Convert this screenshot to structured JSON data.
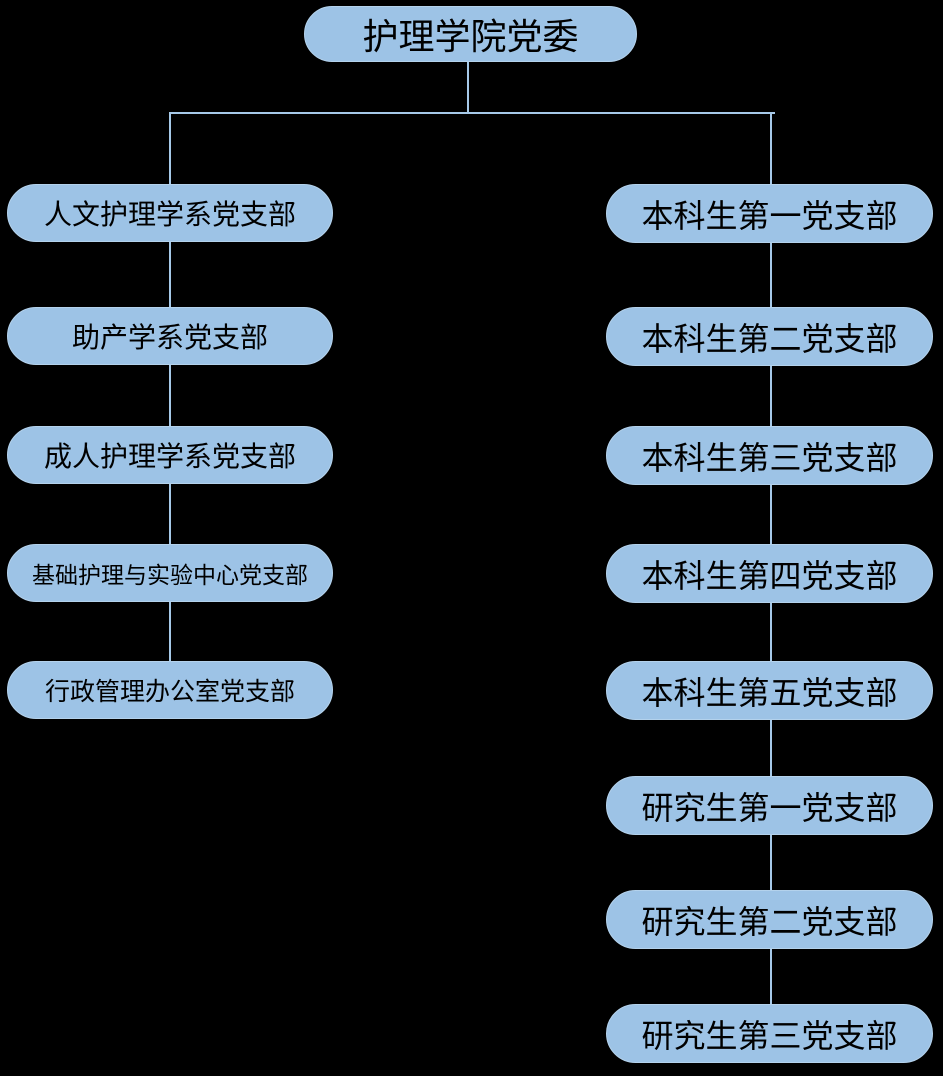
{
  "diagram": {
    "root": "护理学院党委",
    "left_column": [
      "人文护理学系党支部",
      "助产学系党支部",
      "成人护理学系党支部",
      "基础护理与实验中心党支部",
      "行政管理办公室党支部"
    ],
    "right_column": [
      "本科生第一党支部",
      "本科生第二党支部",
      "本科生第三党支部",
      "本科生第四党支部",
      "本科生第五党支部",
      "研究生第一党支部",
      "研究生第二党支部",
      "研究生第三党支部"
    ],
    "colors": {
      "node_fill": "#9DC3E6",
      "node_border": "#B4D2EC",
      "connector": "#A6C9E8",
      "text": "#000000",
      "background": "#000000"
    }
  }
}
